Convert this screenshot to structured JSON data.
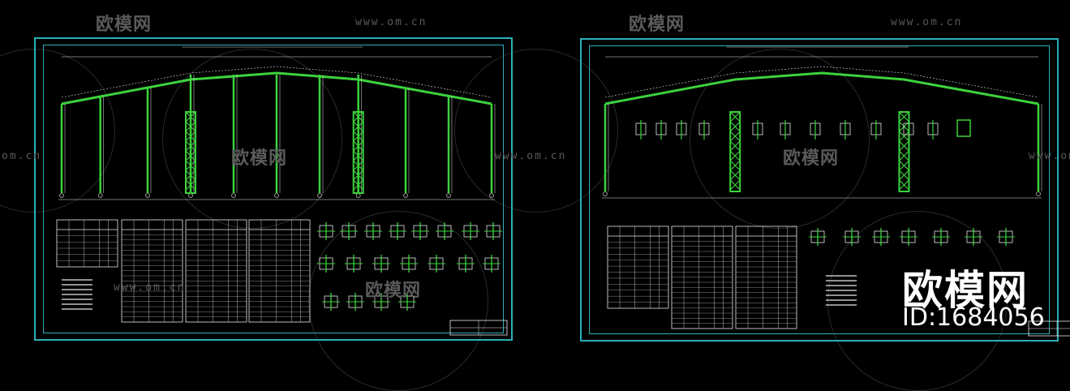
{
  "watermark": {
    "logo_text": "欧模网",
    "url_text": "www.om.cn",
    "edge_url_left": "om.cn",
    "edge_url_mid": "www.om.cn",
    "edge_url_right": "www.om"
  },
  "brand": {
    "name": "欧模网",
    "id_label": "ID:1684056"
  },
  "colors": {
    "background": "#000000",
    "frame": "#2bb0b8",
    "structure": "#3cd23c",
    "line": "#e8e8e8",
    "watermark": "#5a5a5a"
  },
  "sheets": [
    {
      "name": "left-drawing-sheet",
      "tables": 4,
      "detail_rows": 3
    },
    {
      "name": "right-drawing-sheet",
      "tables": 3,
      "detail_rows": 2
    }
  ]
}
